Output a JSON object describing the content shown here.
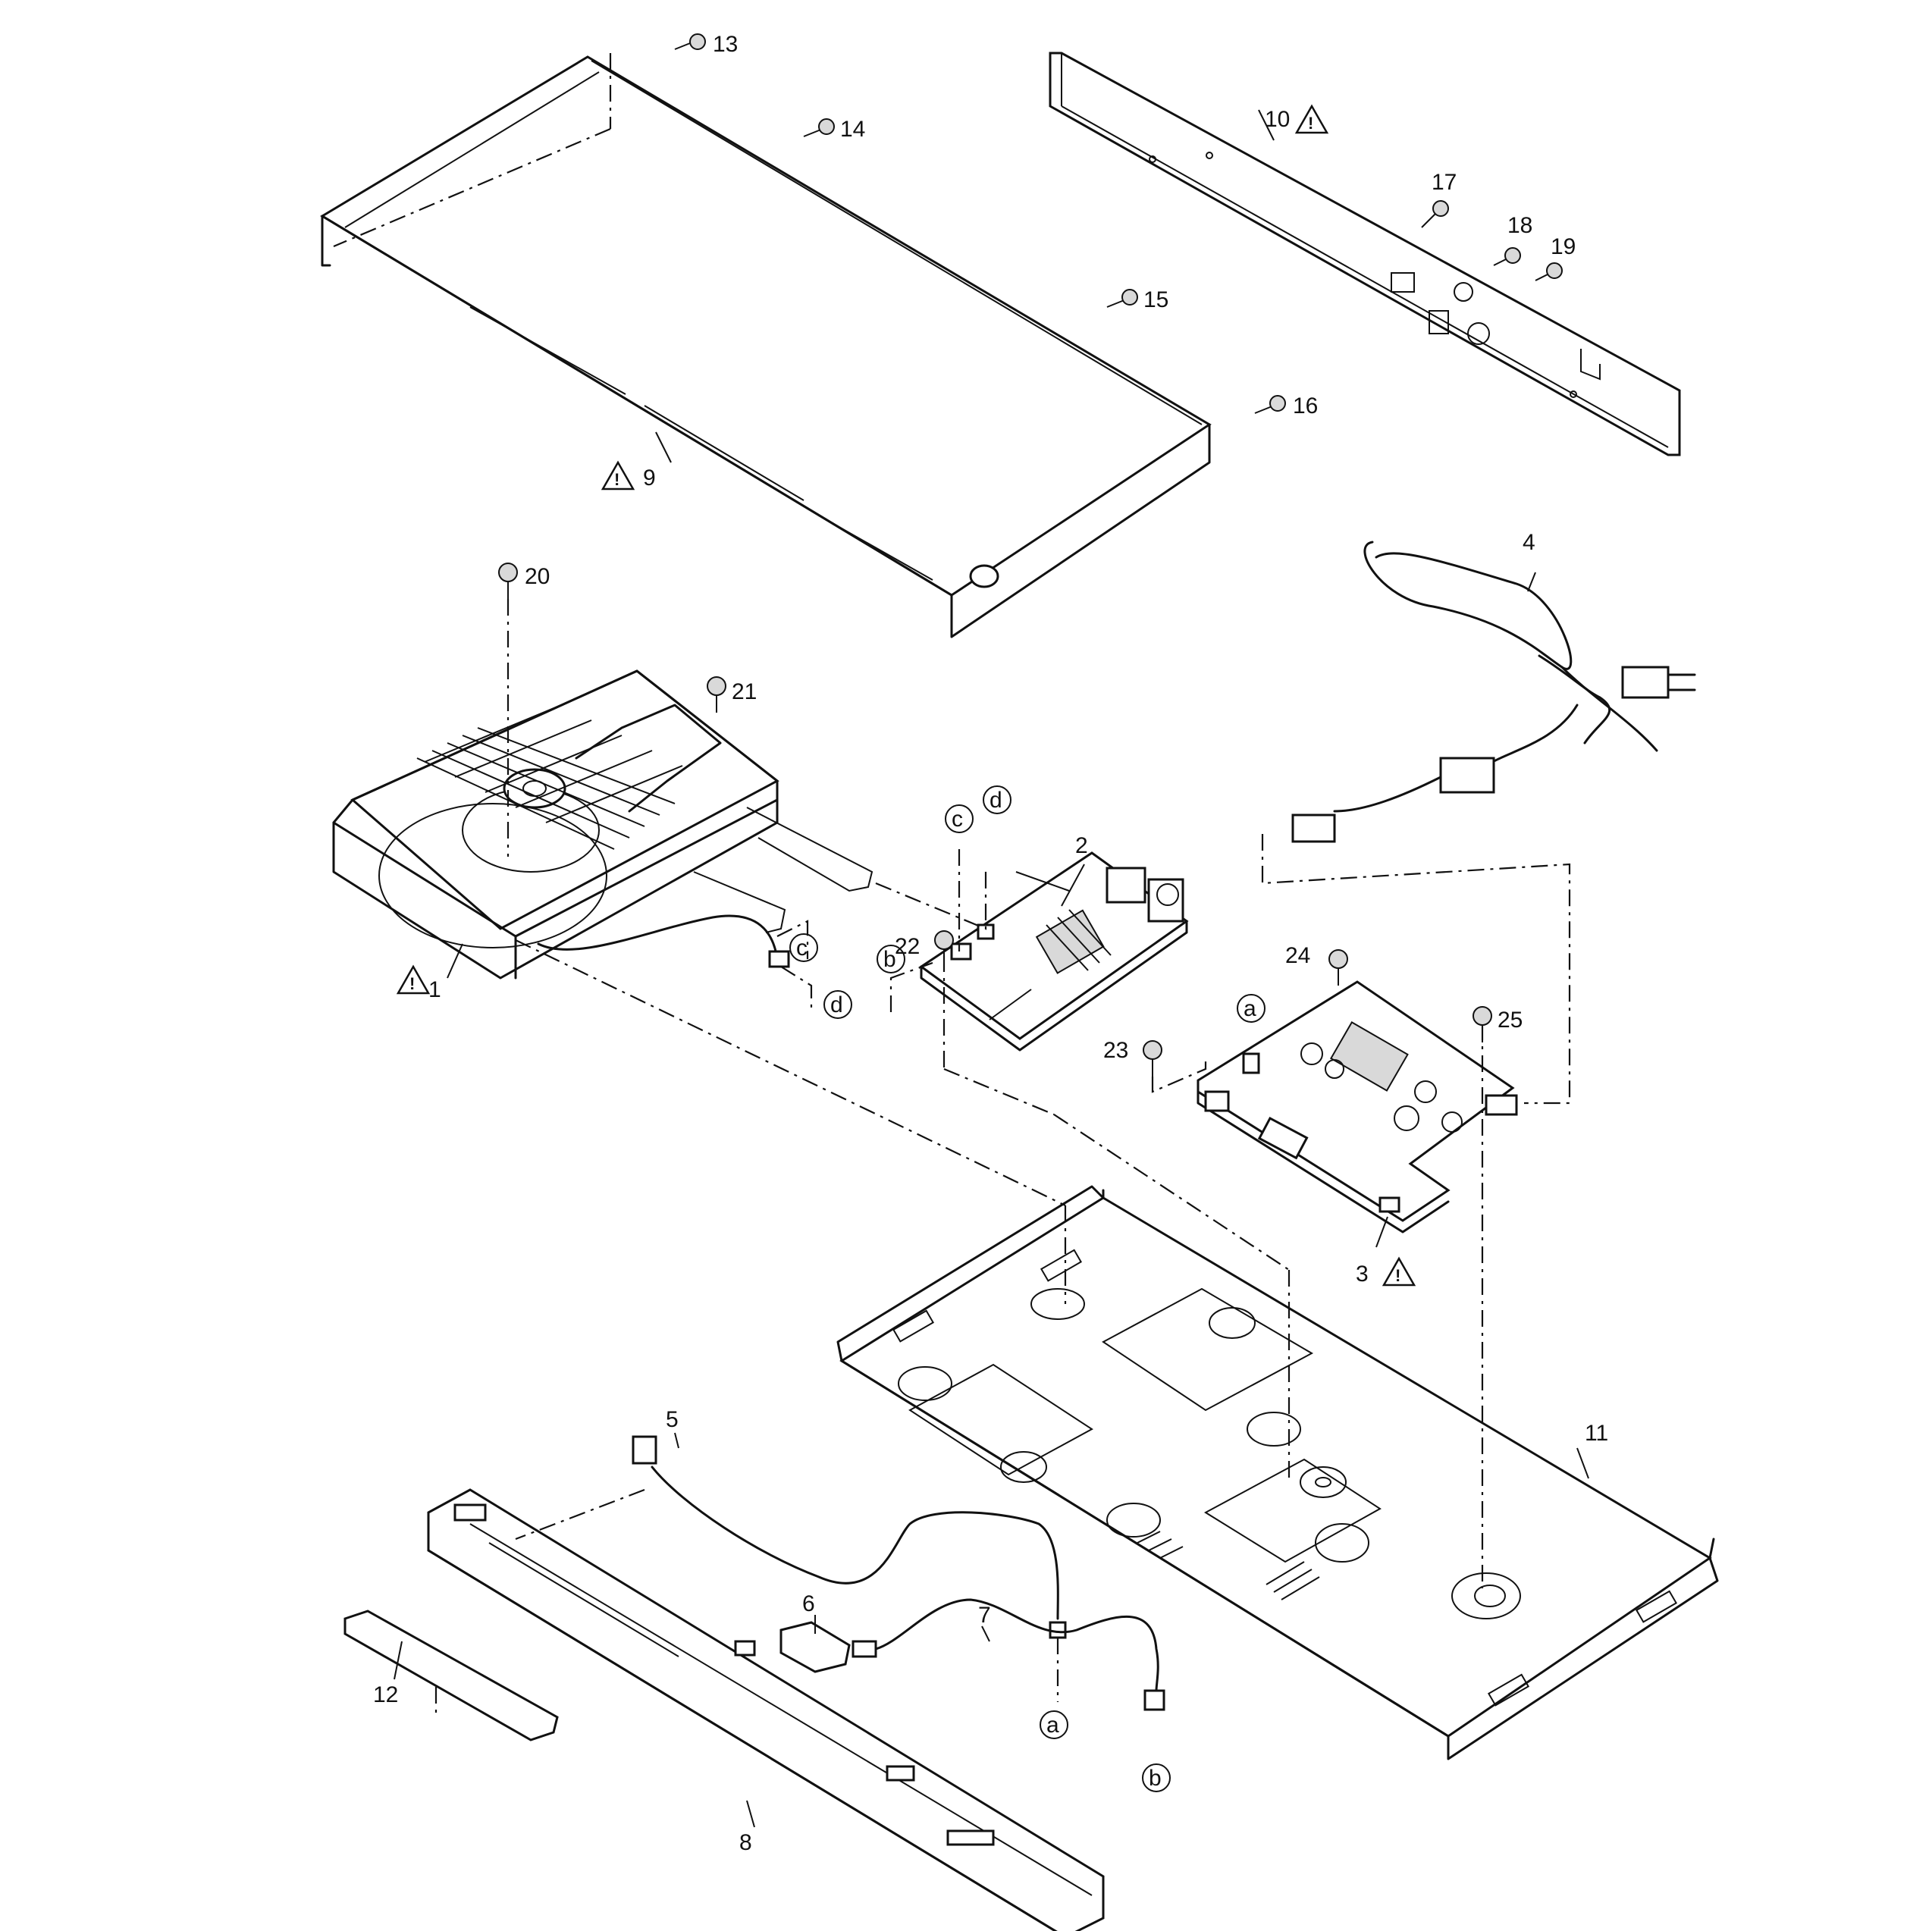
{
  "callouts": [
    {
      "id": "c1",
      "text": "1",
      "warning": true
    },
    {
      "id": "c2",
      "text": "2",
      "warning": false
    },
    {
      "id": "c3",
      "text": "3",
      "warning": true
    },
    {
      "id": "c4",
      "text": "4",
      "warning": false
    },
    {
      "id": "c5",
      "text": "5",
      "warning": false
    },
    {
      "id": "c6",
      "text": "6",
      "warning": false
    },
    {
      "id": "c7",
      "text": "7",
      "warning": false
    },
    {
      "id": "c8",
      "text": "8",
      "warning": false
    },
    {
      "id": "c9",
      "text": "9",
      "warning": true
    },
    {
      "id": "c10",
      "text": "10",
      "warning": true
    },
    {
      "id": "c11",
      "text": "11",
      "warning": false
    },
    {
      "id": "c12",
      "text": "12",
      "warning": false
    },
    {
      "id": "c13",
      "text": "13",
      "warning": false
    },
    {
      "id": "c14",
      "text": "14",
      "warning": false
    },
    {
      "id": "c15",
      "text": "15",
      "warning": false
    },
    {
      "id": "c16",
      "text": "16",
      "warning": false
    },
    {
      "id": "c17",
      "text": "17",
      "warning": false
    },
    {
      "id": "c18",
      "text": "18",
      "warning": false
    },
    {
      "id": "c19",
      "text": "19",
      "warning": false
    },
    {
      "id": "c20",
      "text": "20",
      "warning": false
    },
    {
      "id": "c21",
      "text": "21",
      "warning": false
    },
    {
      "id": "c22",
      "text": "22",
      "warning": false
    },
    {
      "id": "c23",
      "text": "23",
      "warning": false
    },
    {
      "id": "c24",
      "text": "24",
      "warning": false
    },
    {
      "id": "c25",
      "text": "25",
      "warning": false
    }
  ],
  "connectors": [
    {
      "id": "conn-a1",
      "text": "a"
    },
    {
      "id": "conn-a2",
      "text": "a"
    },
    {
      "id": "conn-b1",
      "text": "b"
    },
    {
      "id": "conn-b2",
      "text": "b"
    },
    {
      "id": "conn-c1",
      "text": "c"
    },
    {
      "id": "conn-c2",
      "text": "c"
    },
    {
      "id": "conn-d1",
      "text": "d"
    },
    {
      "id": "conn-d2",
      "text": "d"
    }
  ],
  "warning_symbol": "!",
  "icons": {
    "warning": "warning-triangle-icon",
    "screw": "screw-icon"
  }
}
